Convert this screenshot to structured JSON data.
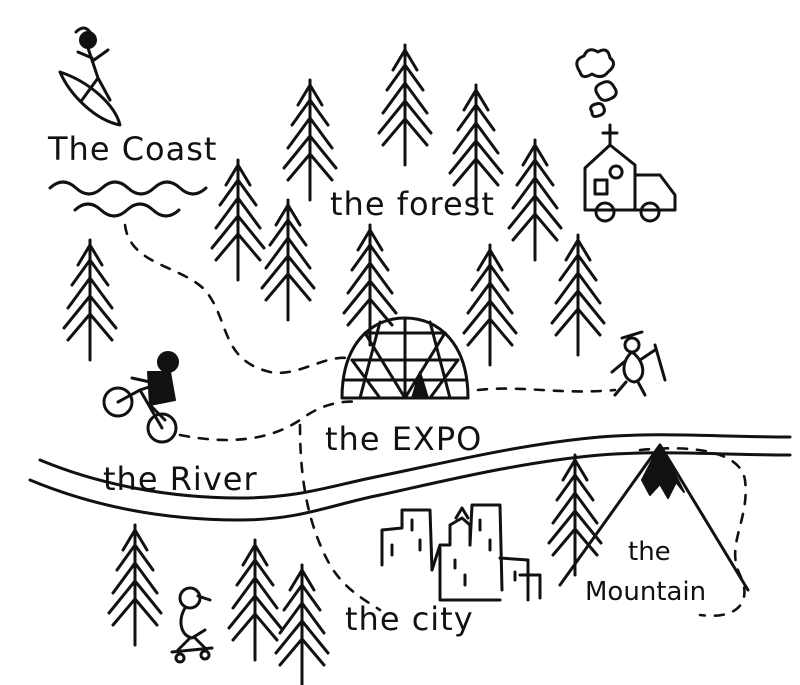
{
  "labels": {
    "coast": "The Coast",
    "forest": "the forest",
    "expo": "the EXPO",
    "river": "the River",
    "city": "the city",
    "mountain_line1": "the",
    "mountain_line2": "Mountain"
  },
  "icons": [
    "surfer-icon",
    "church-truck-icon",
    "dirt-bike-rider-icon",
    "hiker-icon",
    "skateboarder-icon",
    "geodesic-dome-icon",
    "mountain-icon",
    "city-skyline-icon",
    "pine-tree-icon",
    "waves-icon"
  ],
  "colors": {
    "ink": "#111111",
    "paper": "#ffffff"
  }
}
